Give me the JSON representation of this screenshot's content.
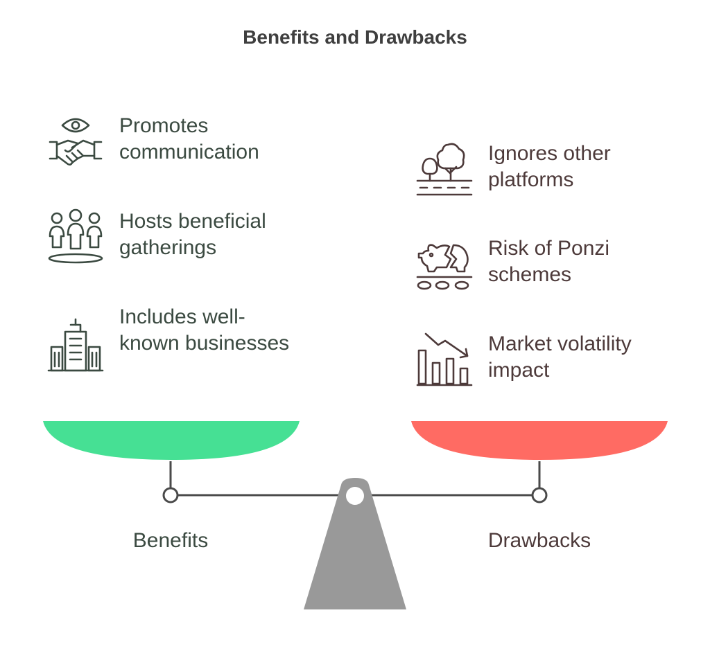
{
  "title": "Benefits and Drawbacks",
  "benefits": {
    "label": "Benefits",
    "color": "#46e094",
    "items": [
      {
        "icon": "eye-handshake-icon",
        "text": "Promotes communication"
      },
      {
        "icon": "people-group-icon",
        "text": "Hosts beneficial gatherings"
      },
      {
        "icon": "city-buildings-icon",
        "text": "Includes well-known businesses"
      }
    ]
  },
  "drawbacks": {
    "label": "Drawbacks",
    "color": "#ff6b63",
    "items": [
      {
        "icon": "trees-landscape-icon",
        "text": "Ignores other platforms"
      },
      {
        "icon": "broken-piggy-bank-icon",
        "text": "Risk of Ponzi schemes"
      },
      {
        "icon": "declining-chart-icon",
        "text": "Market volatility impact"
      }
    ]
  },
  "colors": {
    "fulcrum": "#999999",
    "beam": "#4a4a4a",
    "title": "#3f3f3f"
  }
}
